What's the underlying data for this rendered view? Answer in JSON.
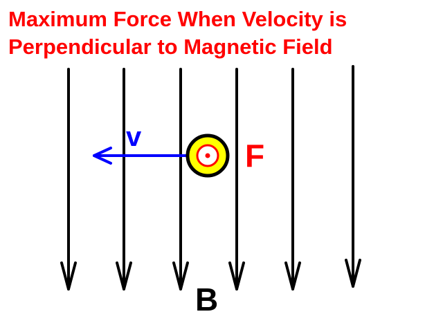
{
  "title_line1": "Maximum Force When Velocity is",
  "title_line2": "Perpendicular to Magnetic Field",
  "labels": {
    "velocity": "v",
    "force": "F",
    "field": "B"
  },
  "colors": {
    "title": "#ff0000",
    "velocity": "#0000ff",
    "force": "#ff0000",
    "field": "#000000",
    "charge_fill": "#ffff00"
  },
  "field_direction": "down",
  "force_direction": "out-of-page",
  "velocity_direction": "left",
  "field_line_count": 6
}
